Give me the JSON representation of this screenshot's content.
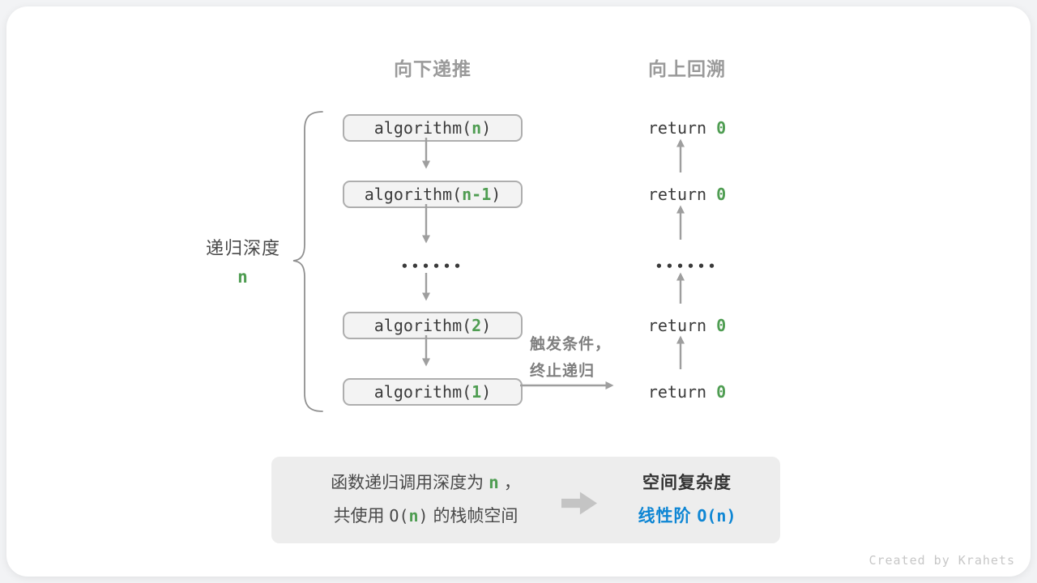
{
  "headers": {
    "recurse": "向下递推",
    "backtrack": "向上回溯"
  },
  "depth_label": {
    "text": "递归深度",
    "var": "n"
  },
  "recurse_column": {
    "frames": [
      {
        "prefix": "algorithm(",
        "arg": "n",
        "suffix": ")"
      },
      {
        "prefix": "algorithm(",
        "arg": "n-1",
        "suffix": ")"
      },
      {
        "prefix": "algorithm(",
        "arg": "2",
        "suffix": ")"
      },
      {
        "prefix": "algorithm(",
        "arg": "1",
        "suffix": ")"
      }
    ],
    "ellipsis": "••••••"
  },
  "backtrack_column": {
    "returns": [
      {
        "keyword": "return",
        "value": "0"
      },
      {
        "keyword": "return",
        "value": "0"
      },
      {
        "keyword": "return",
        "value": "0"
      },
      {
        "keyword": "return",
        "value": "0"
      }
    ],
    "ellipsis": "••••••"
  },
  "trigger": {
    "line1": "触发条件，",
    "line2": "终止递归"
  },
  "summary": {
    "left_line1": {
      "pre": "函数递归调用深度为",
      "var": "n",
      "post": "，"
    },
    "left_line2": {
      "pre": "共使用",
      "o_open": "O(",
      "var": "n",
      "o_close": ")",
      "post": "的栈帧空间"
    },
    "right_title": "空间复杂度",
    "right_grade": "线性阶 ",
    "right_bigo": "O(n)"
  },
  "credit": "Created by Krahets",
  "colors": {
    "green_accent": "#4f9d52",
    "blue_accent": "#0e86d4",
    "box_fill": "#f3f3f3",
    "box_border": "#aeaeae",
    "arrow_gray": "#9e9e9e",
    "panel_bg": "#ededed",
    "header_gray": "#9a9a9a",
    "trigger_gray": "#7f7f7f"
  }
}
